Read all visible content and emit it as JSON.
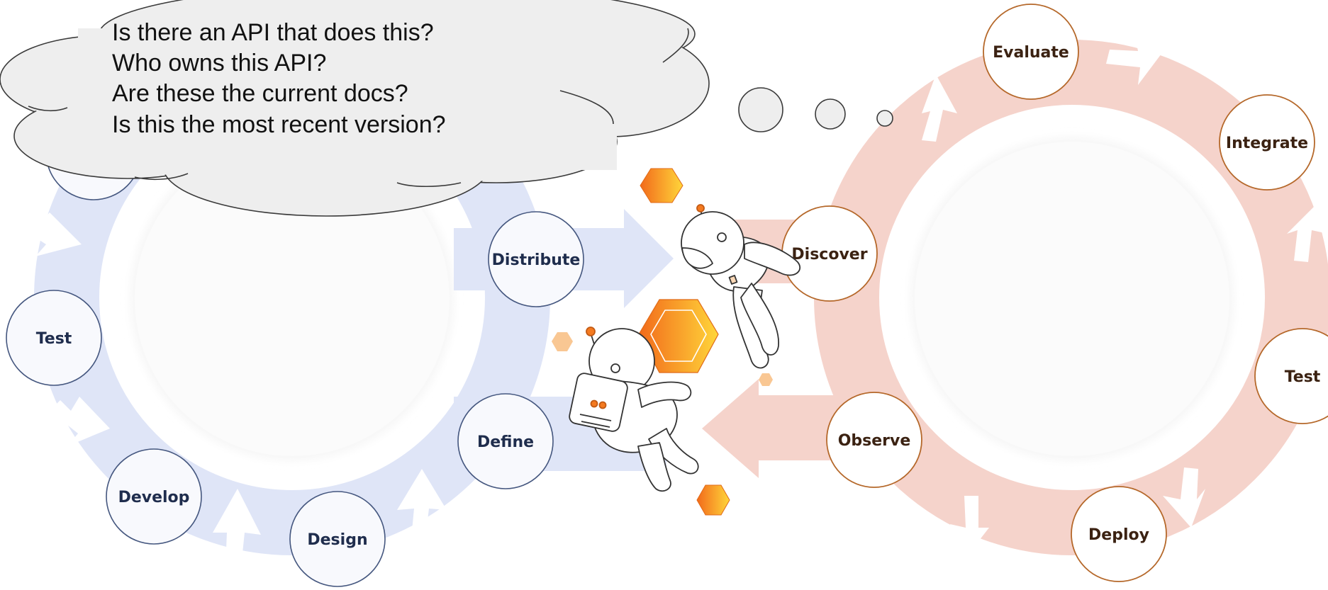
{
  "thought_bubble": {
    "lines": [
      "Is there an API that does this?",
      "Who owns this API?",
      "Are these the current docs?",
      "Is this the most recent version?"
    ]
  },
  "producer_loop": {
    "color": "#dfe5f7",
    "stages": {
      "distribute": "Distribute",
      "test": "Test",
      "develop": "Develop",
      "design": "Design",
      "define": "Define"
    }
  },
  "consumer_loop": {
    "color": "#f5d3cb",
    "stages": {
      "evaluate": "Evaluate",
      "integrate": "Integrate",
      "discover": "Discover",
      "test": "Test",
      "observe": "Observe",
      "deploy": "Deploy"
    }
  },
  "accent_colors": {
    "hex_orange": "#f47a20",
    "hex_yellow": "#ffd83b"
  }
}
